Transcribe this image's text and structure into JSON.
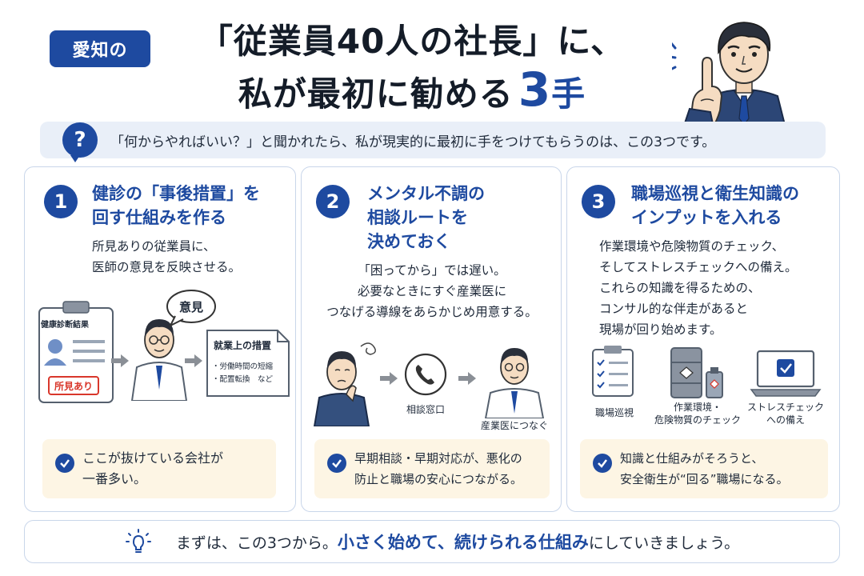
{
  "header": {
    "tag": "愛知の",
    "title_line1": "「従業員40人の社長」に、",
    "title_line2_pre": "私が最初に勧める",
    "title_line2_num": "3",
    "title_line2_suffix": "手"
  },
  "question": {
    "icon": "?",
    "text": "「何からやればいい？」と聞かれたら、私が現実的に最初に手をつけてもらうのは、この3つです。"
  },
  "cards": [
    {
      "number": "1",
      "title": [
        "健診の「事後措置」を",
        "回す仕組みを作る"
      ],
      "desc": [
        "所見ありの従業員に、",
        "医師の意見を反映させる。"
      ],
      "illustration": {
        "clipboard_title": "健康診断結果",
        "clipboard_badge": "所見あり",
        "speech": "意見",
        "doc_title": "就業上の措置",
        "doc_items": [
          "・労働時間の短縮",
          "・配置転換　など"
        ]
      },
      "note": [
        "ここが抜けている会社が",
        "一番多い。"
      ]
    },
    {
      "number": "2",
      "title": [
        "メンタル不調の",
        "相談ルートを",
        "決めておく"
      ],
      "desc": [
        "「困ってから」では遅い。",
        "必要なときにすぐ産業医に",
        "つなげる導線をあらかじめ用意する。"
      ],
      "illustration": {
        "phone_label": "相談窓口",
        "doctor_label": "産業医につなぐ"
      },
      "note": [
        "早期相談・早期対応が、悪化の",
        "防止と職場の安心につながる。"
      ]
    },
    {
      "number": "3",
      "title": [
        "職場巡視と衛生知識の",
        "インプットを入れる"
      ],
      "desc": [
        "作業環境や危険物質のチェック、",
        "そしてストレスチェックへの備え。",
        "これらの知識を得るための、",
        "コンサル的な伴走があると",
        "現場が回り始めます。"
      ],
      "illustration": {
        "label1": "職場巡視",
        "label2": [
          "作業環境・",
          "危険物質のチェック"
        ],
        "label3": [
          "ストレスチェック",
          "への備え"
        ]
      },
      "note": [
        "知識と仕組みがそろうと、",
        "安全衛生が“回る”職場になる。"
      ]
    }
  ],
  "footer": {
    "prefix": "まずは、この3つから。",
    "highlight": "小さく始めて、続けられる仕組み",
    "suffix": "にしていきましょう。"
  },
  "colors": {
    "brand": "#1e4aa0",
    "note_bg": "#fdf5e4",
    "question_bg": "#e9eff8",
    "badge_red": "#d9372b"
  }
}
